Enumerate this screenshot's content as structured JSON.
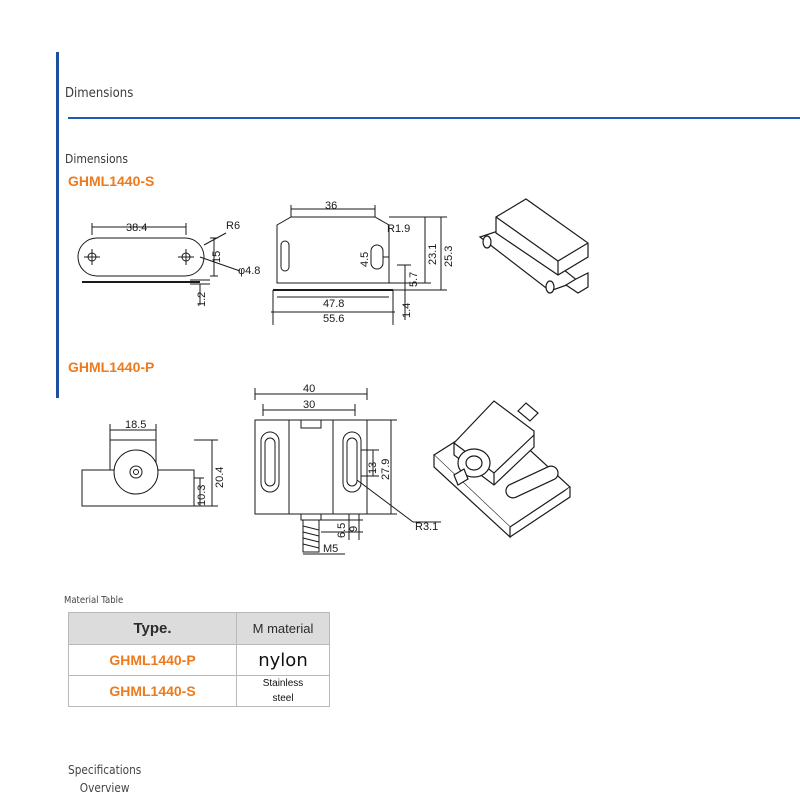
{
  "section": {
    "title": "Dimensions"
  },
  "dimensions": {
    "subtitle": "Dimensions",
    "models": [
      {
        "name": "GHML1440-S",
        "dims": {
          "width_holes": "38.4",
          "radius": "R6",
          "height": "15",
          "hole_dia": "φ4.8",
          "thickness": "1.2",
          "body_width": "36",
          "slot_radius": "R1.9",
          "slot_h": "4.5",
          "h1": "23.1",
          "h2": "25.3",
          "h3": "5.7",
          "inner_len": "47.8",
          "outer_len": "55.6",
          "base": "1.4"
        }
      },
      {
        "name": "GHML1440-P",
        "dims": {
          "width_top": "18.5",
          "height": "20.4",
          "center_h": "10.3",
          "outer_w": "40",
          "inner_w": "30",
          "slot_h": "13",
          "body_h": "27.9",
          "slot_r": "R3.1",
          "d1": "6.5",
          "d2": "9",
          "thread": "M5"
        }
      }
    ]
  },
  "material_table": {
    "caption": "Material Table",
    "headers": [
      "Type.",
      "M material"
    ],
    "rows": [
      [
        "GHML1440-P",
        "nylon"
      ],
      [
        "GHML1440-S",
        "Stainless steel"
      ]
    ]
  },
  "specifications": {
    "line1": "Specifications",
    "line2": "Overview"
  }
}
